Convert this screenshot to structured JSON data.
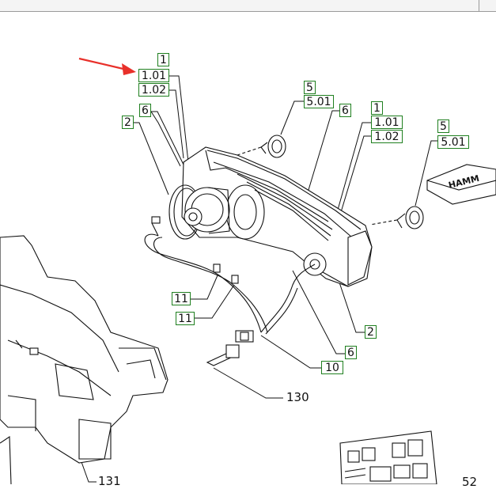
{
  "callouts": {
    "c1_top_1": "1",
    "c1_top_101": "1.01",
    "c1_top_102": "1.02",
    "c2_left": "2",
    "c6_left": "6",
    "c5_mid": "5",
    "c501_mid": "5.01",
    "c6_mid": "6",
    "c1_right_1": "1",
    "c1_right_101": "1.01",
    "c1_right_102": "1.02",
    "c5_right": "5",
    "c501_right": "5.01",
    "c11_a": "11",
    "c11_b": "11",
    "c2_right": "2",
    "c6_bottom": "6",
    "c10": "10"
  },
  "labels": {
    "l130": "130",
    "l131": "131",
    "l52": "52",
    "brand_fragment": "HAMM"
  },
  "colors": {
    "callout_border": "#1f7f1f",
    "arrow": "#e8302a",
    "line": "#111111"
  }
}
